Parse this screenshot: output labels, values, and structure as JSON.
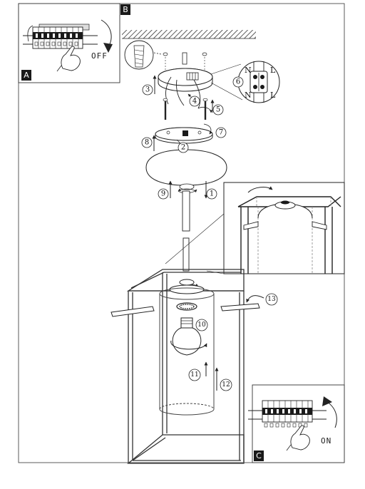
{
  "panels": {
    "a": {
      "label": "A",
      "switch_text": "OFF"
    },
    "b": {
      "label": "B"
    },
    "c": {
      "label": "C",
      "switch_text": "ON"
    }
  },
  "wiring": {
    "terminals": [
      "N",
      "L",
      "N",
      "L"
    ]
  },
  "steps": [
    "1",
    "2",
    "3",
    "4",
    "5",
    "6",
    "7",
    "8",
    "9",
    "10",
    "11",
    "12",
    "13"
  ],
  "colors": {
    "line": "#2a2a2a",
    "fill_dark": "#1a1a1a",
    "shade": "#bdbdbd"
  }
}
